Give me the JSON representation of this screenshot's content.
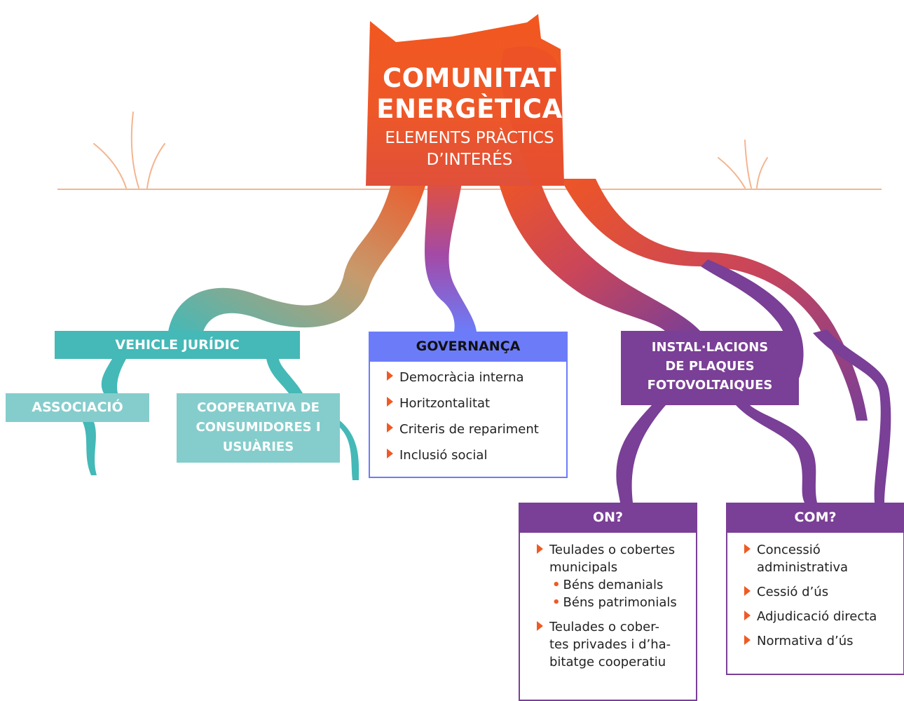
{
  "title": {
    "line1": "COMUNITAT",
    "line2": "ENERGÈTICA",
    "line3": "ELEMENTS PRÀCTICS",
    "line4": "D’INTERÉS"
  },
  "vehicle": {
    "label": "VEHICLE JURÍDIC",
    "associacio": "ASSOCIACIÓ",
    "cooperativa": [
      "COOPERATIVA DE",
      "CONSUMIDORES I",
      "USUÀRIES"
    ]
  },
  "governanca": {
    "label": "GOVERNANÇA",
    "items": [
      "Democràcia interna",
      "Horitzontalitat",
      "Criteris de repariment",
      "Inclusió social"
    ]
  },
  "installacions": {
    "label": [
      "INSTAL·LACIONS",
      "DE PLAQUES",
      "FOTOVOLTAIQUES"
    ]
  },
  "on": {
    "label": "ON?",
    "item1": [
      "Teulades o cobertes",
      "municipals"
    ],
    "sub1": "Béns demanials",
    "sub2": "Béns patrimonials",
    "item2": [
      "Teulades o cober-",
      "tes privades i d’ha-",
      "bitatge cooperatiu"
    ]
  },
  "com": {
    "label": "COM?",
    "item1": [
      "Concessió",
      "administrativa"
    ],
    "items": [
      "Cessió d’ús",
      "Adjudicació directa",
      "Normativa d’ús"
    ]
  },
  "colors": {
    "orange": "#ef5a24",
    "teal": "#44b9b7",
    "teal_light": "#85cdcc",
    "blue": "#6c7cf9",
    "purple": "#7a3f96",
    "ground": "#f4b58f"
  }
}
